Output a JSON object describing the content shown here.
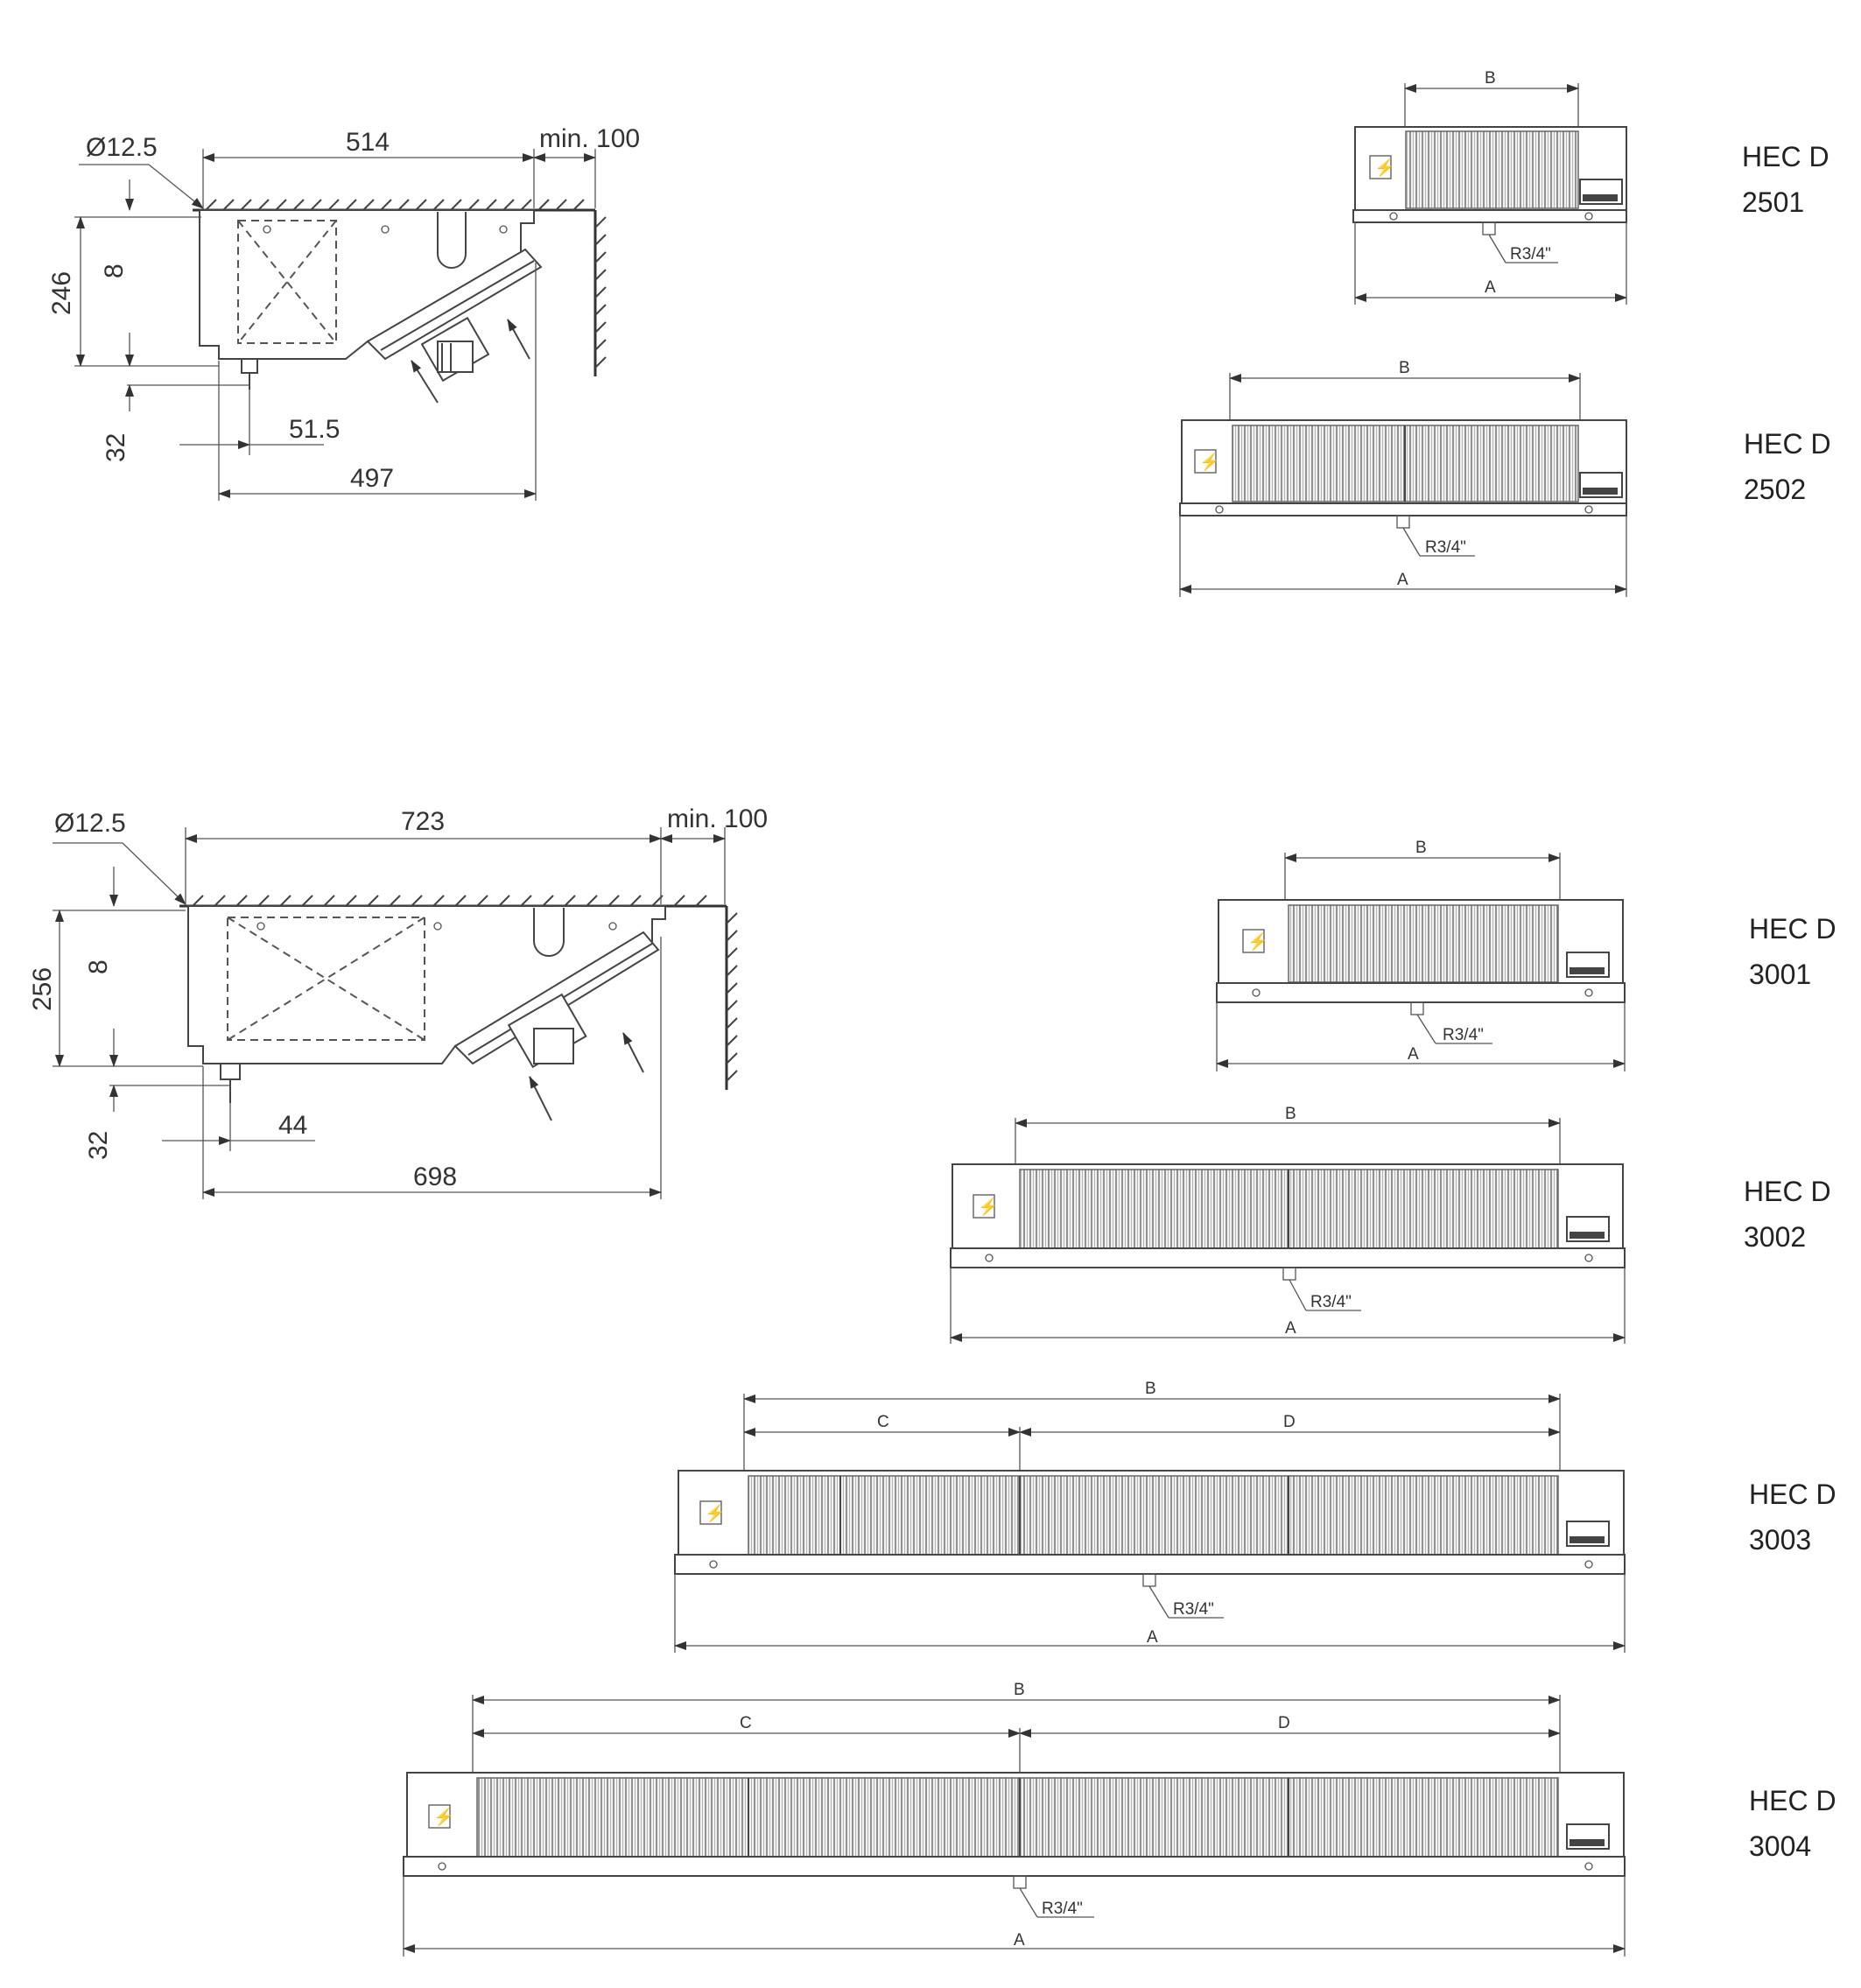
{
  "section_top": {
    "hole_dia": "Ø12.5",
    "width": "514",
    "clearance": "min. 100",
    "height": "246",
    "top_offset": "8",
    "drain_height": "32",
    "drain_offset": "51.5",
    "base_width": "497"
  },
  "section_bottom": {
    "hole_dia": "Ø12.5",
    "width": "723",
    "clearance": "min. 100",
    "height": "256",
    "top_offset": "8",
    "drain_height": "32",
    "drain_offset": "44",
    "base_width": "698"
  },
  "units": [
    {
      "series": "HEC D",
      "code": "2501",
      "dim_a": "A",
      "dim_b": "B",
      "thread": "R3/4\""
    },
    {
      "series": "HEC D",
      "code": "2502",
      "dim_a": "A",
      "dim_b": "B",
      "thread": "R3/4\""
    },
    {
      "series": "HEC D",
      "code": "3001",
      "dim_a": "A",
      "dim_b": "B",
      "thread": "R3/4\""
    },
    {
      "series": "HEC D",
      "code": "3002",
      "dim_a": "A",
      "dim_b": "B",
      "thread": "R3/4\""
    },
    {
      "series": "HEC D",
      "code": "3003",
      "dim_a": "A",
      "dim_b": "B",
      "dim_c": "C",
      "dim_d": "D",
      "thread": "R3/4\""
    },
    {
      "series": "HEC D",
      "code": "3004",
      "dim_a": "A",
      "dim_b": "B",
      "dim_c": "C",
      "dim_d": "D",
      "thread": "R3/4\""
    }
  ]
}
